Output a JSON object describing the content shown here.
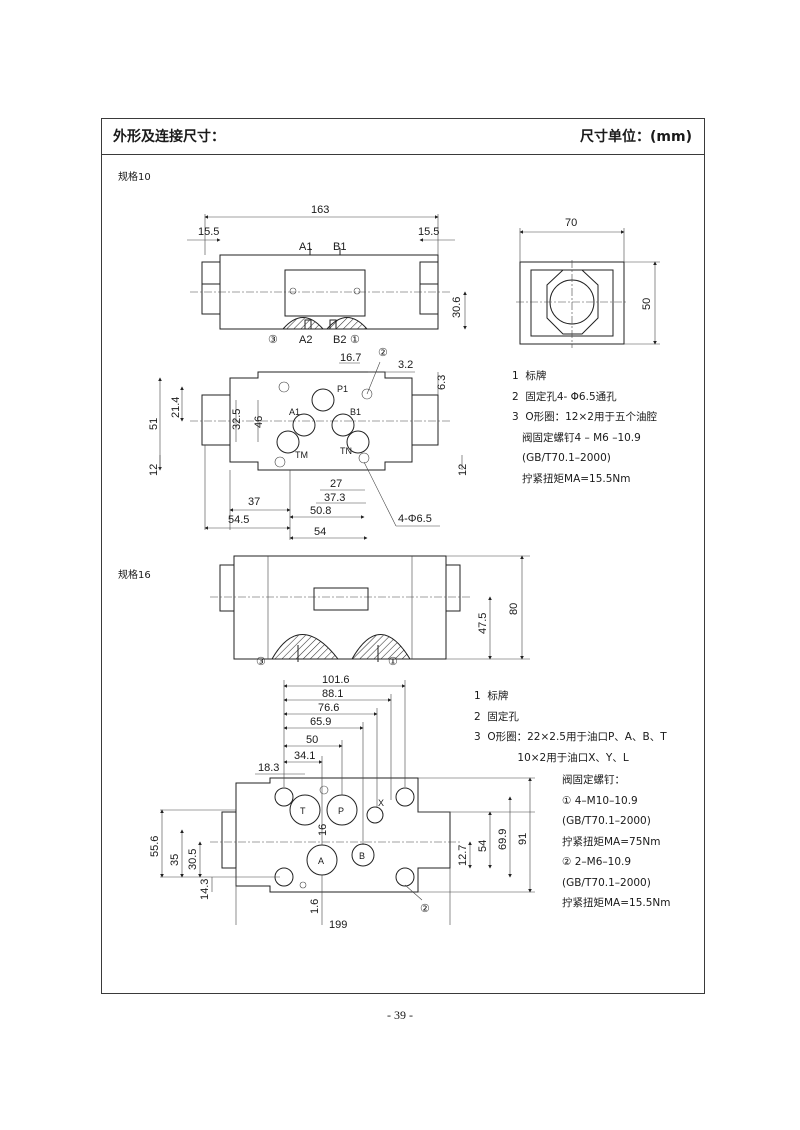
{
  "header": {
    "title": "外形及连接尺寸：",
    "unit": "尺寸单位：(mm)"
  },
  "spec10": {
    "label": "规格10",
    "dims": {
      "overall_length": "163",
      "end_left": "15.5",
      "end_right": "15.5",
      "height_front": "30.6",
      "side_width": "70",
      "side_height": "50",
      "d16_7": "16.7",
      "d3_2": "3.2",
      "d6_3": "6.3",
      "d51": "51",
      "d21_4": "21.4",
      "d32_5": "32.5",
      "d46": "46",
      "d12_left": "12",
      "d12_right": "12",
      "d37": "37",
      "d27": "27",
      "d37_3": "37.3",
      "d54_5": "54.5",
      "d50_8": "50.8",
      "d54": "54",
      "holes": "4-Φ6.5"
    },
    "ports": {
      "a1": "A1",
      "b1": "B1",
      "a2": "A2",
      "b2": "B2",
      "p1": "P1",
      "a1_small": "A1",
      "b1_small": "B1",
      "tm": "TM",
      "tn": "TN"
    },
    "callouts": {
      "c1": "①",
      "c2": "②",
      "c3": "③"
    },
    "notes": [
      "1  标牌",
      "2  固定孔4- Φ6.5通孔",
      "3  O形圈：12×2用于五个油腔",
      "   阀固定螺钉4 – M6 –10.9",
      "   (GB/T70.1–2000)",
      "   拧紧扭矩MA=15.5Nm"
    ]
  },
  "spec16": {
    "label": "规格16",
    "dims": {
      "height_total": "80",
      "height_center": "47.5",
      "d101_6": "101.6",
      "d88_1": "88.1",
      "d76_6": "76.6",
      "d65_9": "65.9",
      "d50": "50",
      "d34_1": "34.1",
      "d18_3": "18.3",
      "d16_upper": "16",
      "d55_6": "55.6",
      "d35": "35",
      "d30_5": "30.5",
      "d14_3": "14.3",
      "d1_6": "1.6",
      "d199": "199",
      "d12_7": "12.7",
      "d54": "54",
      "d69_9": "69.9",
      "d91": "91"
    },
    "ports": {
      "t": "T",
      "p": "P",
      "x": "X",
      "a": "A",
      "b": "B"
    },
    "callouts": {
      "c1": "①",
      "c2": "②",
      "c3": "③"
    },
    "notes": [
      "1  标牌",
      "2  固定孔",
      "3  O形圈：22×2.5用于油口P、A、B、T",
      "             10×2用于油口X、Y、L"
    ],
    "screw_notes": [
      "阀固定螺钉：",
      "① 4–M10–10.9",
      "(GB/T70.1–2000)",
      "拧紧扭矩MA=75Nm",
      "② 2–M6–10.9",
      "(GB/T70.1–2000)",
      "拧紧扭矩MA=15.5Nm"
    ]
  },
  "footer": {
    "page": "- 39 -"
  }
}
